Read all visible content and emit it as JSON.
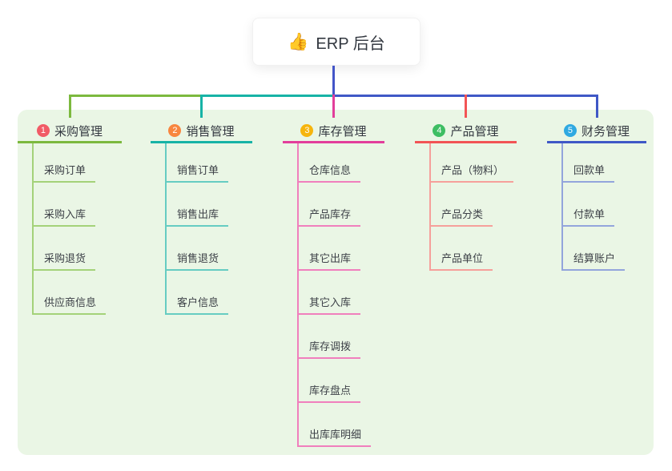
{
  "root": {
    "icon": "👍",
    "label": "ERP 后台"
  },
  "colors": {
    "canvas_bg": "#ffffff",
    "panel_bg": "#EAF6E5",
    "root_line": "#4355C8",
    "card_bg": "#ffffff",
    "title_text": "#333840",
    "child_text": "#3d4148"
  },
  "branches": [
    {
      "badge": "1",
      "label": "采购管理",
      "badge_color": "#F15B66",
      "line_color": "#7CB93E",
      "light_color": "#A4D279",
      "children": [
        "采购订单",
        "采购入库",
        "采购退货",
        "供应商信息"
      ]
    },
    {
      "badge": "2",
      "label": "销售管理",
      "badge_color": "#F8863F",
      "line_color": "#17B3A6",
      "light_color": "#66CCC2",
      "children": [
        "销售订单",
        "销售出库",
        "销售退货",
        "客户信息"
      ]
    },
    {
      "badge": "3",
      "label": "库存管理",
      "badge_color": "#F6B50D",
      "line_color": "#E23E9B",
      "light_color": "#F07FBD",
      "children": [
        "仓库信息",
        "产品库存",
        "其它出库",
        "其它入库",
        "库存调拨",
        "库存盘点",
        "出库库明细"
      ]
    },
    {
      "badge": "4",
      "label": "产品管理",
      "badge_color": "#3EBE63",
      "line_color": "#F25455",
      "light_color": "#F6A09B",
      "children": [
        "产品（物料）",
        "产品分类",
        "产品单位"
      ]
    },
    {
      "badge": "5",
      "label": "财务管理",
      "badge_color": "#2FA9E1",
      "line_color": "#3F58C6",
      "light_color": "#93A5DC",
      "children": [
        "回款单",
        "付款单",
        "结算账户"
      ]
    }
  ]
}
